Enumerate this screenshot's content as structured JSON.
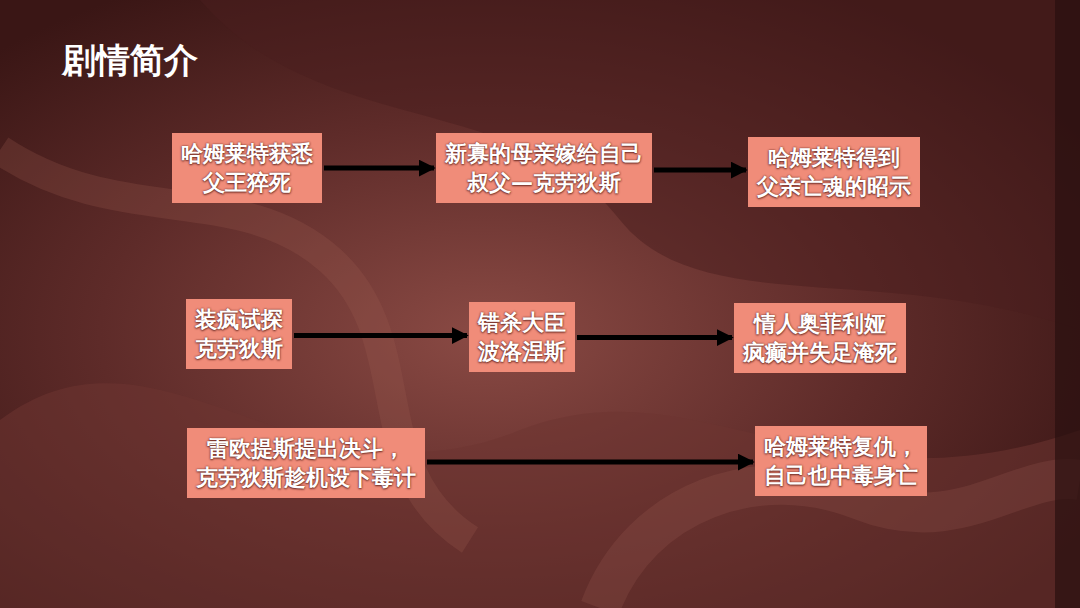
{
  "diagram": {
    "title": "剧情简介",
    "nodes": [
      {
        "text": [
          "哈姆莱特获悉 父王猝死"
        ]
      },
      {
        "text": [
          "新寡的母亲嫁给自己 叔父—克劳狄斯"
        ]
      },
      {
        "text": [
          "哈姆莱特得到 父亲亡魂的昭示"
        ]
      },
      {
        "text": [
          "装疯试探 克劳狄斯"
        ]
      },
      {
        "text": [
          "错杀大臣 波洛涅斯"
        ]
      },
      {
        "text": [
          "情人奥菲利娅 疯癫并失足淹死"
        ]
      },
      {
        "text": [
          "雷欧提斯提出决斗， 克劳狄斯趁机设下毒计"
        ]
      },
      {
        "text": [
          "哈姆莱特复仇， 自己也中毒身亡"
        ]
      }
    ],
    "edges": [
      {
        "from": 0,
        "to": 1,
        "arrow": "to"
      },
      {
        "from": 1,
        "to": 2,
        "arrow": "to"
      },
      {
        "from": 3,
        "to": 4,
        "arrow": "to"
      },
      {
        "from": 4,
        "to": 5,
        "arrow": "to"
      },
      {
        "from": 6,
        "to": 7,
        "arrow": "to"
      }
    ]
  }
}
